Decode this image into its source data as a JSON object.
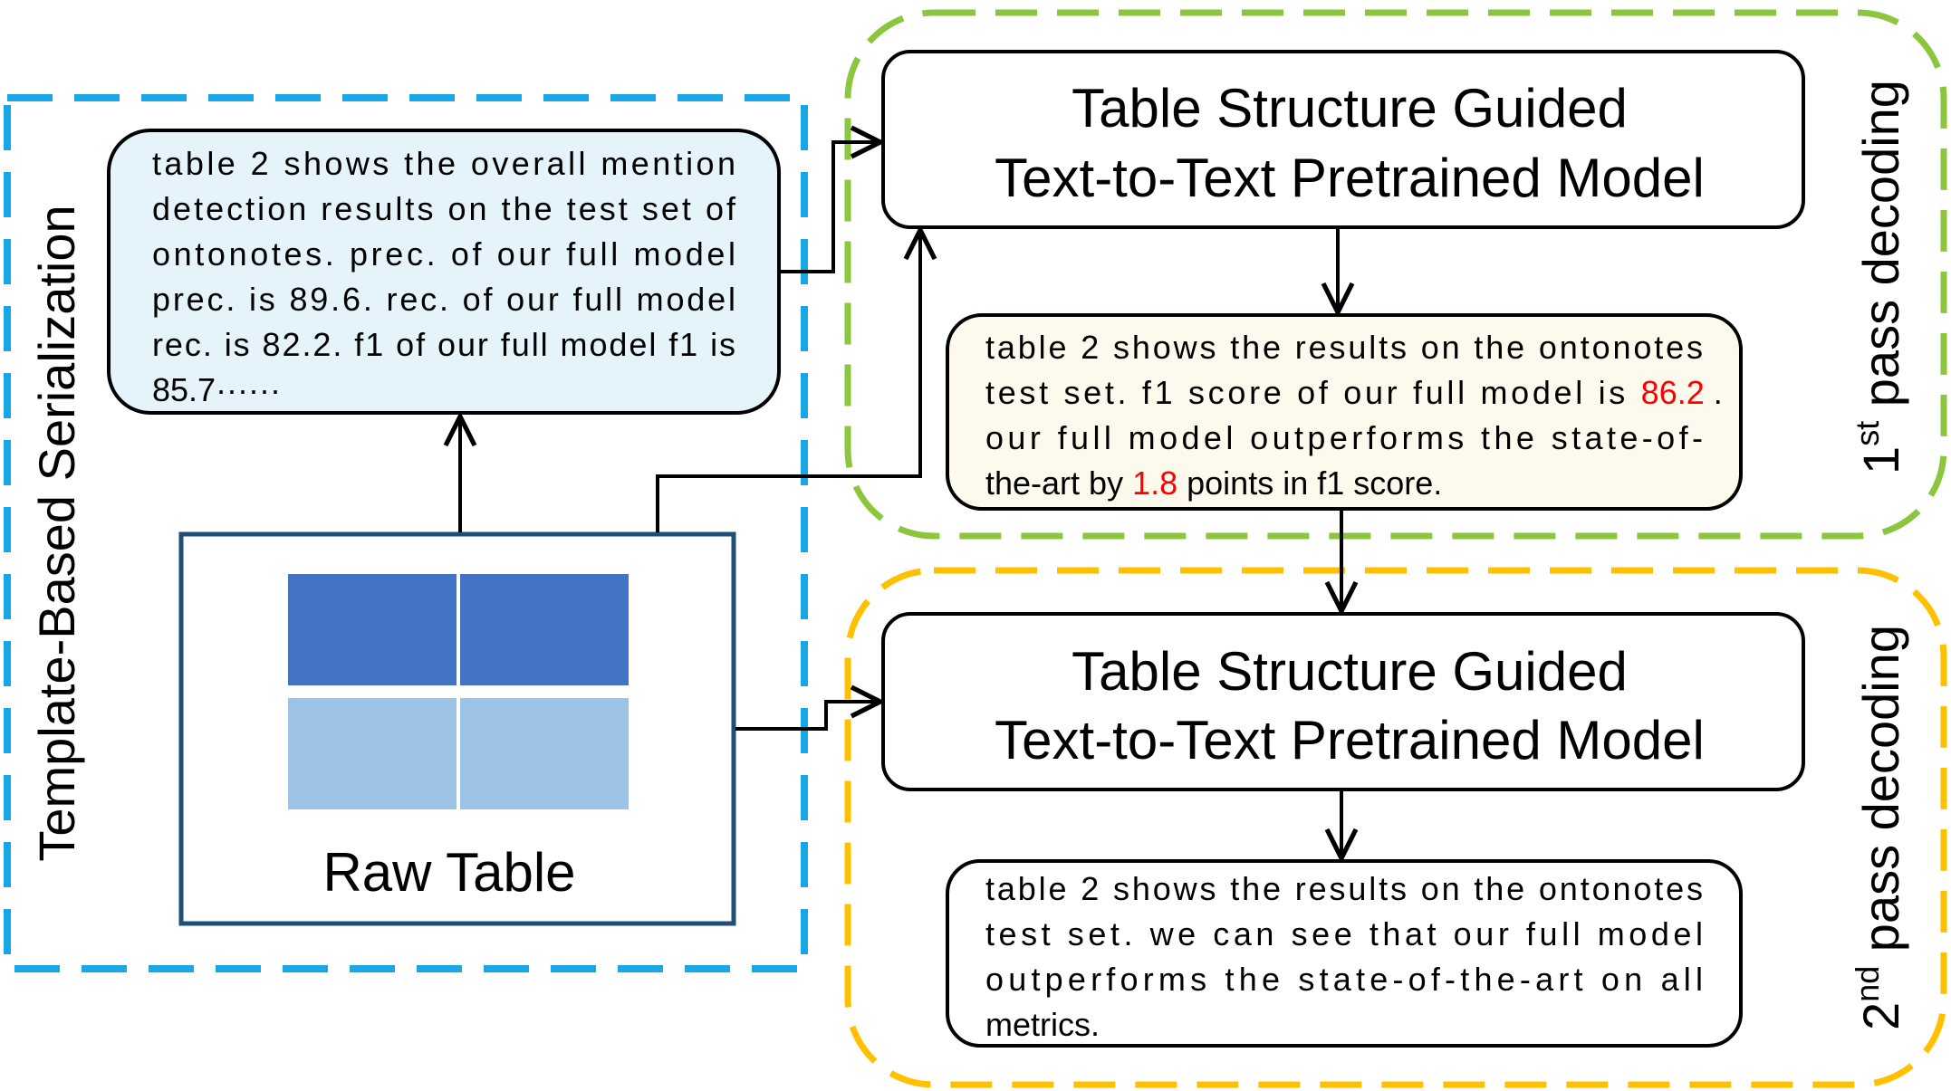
{
  "regions": {
    "left_label": "Template-Based Serialization",
    "first_pass": {
      "ordinal": "1",
      "superscript": "st",
      "rest": " pass decoding"
    },
    "second_pass": {
      "ordinal": "2",
      "superscript": "nd",
      "rest": " pass decoding"
    }
  },
  "serialized_text": {
    "lines": [
      "table 2 shows the overall mention",
      "detection results on the test set of",
      "ontonotes. prec. of our full model",
      "prec. is 89.6. rec. of our full model",
      "rec. is 82.2. f1 of our full model f1 is",
      "85.7······"
    ]
  },
  "model_top": {
    "line1": "Table Structure Guided",
    "line2": "Text-to-Text Pretrained Model"
  },
  "model_bottom": {
    "line1": "Table Structure Guided",
    "line2": "Text-to-Text Pretrained Model"
  },
  "first_output": {
    "line1": "table 2 shows the results on the ontonotes",
    "line2_a": "test set. f1 score of our full model is ",
    "line2_highlight": "86.2",
    "line2_b": ".",
    "line3": "our full model outperforms the state-of-",
    "line4_a": "the-art by ",
    "line4_highlight": "1.8",
    "line4_b": " points in f1 score."
  },
  "second_output": {
    "lines": [
      "table 2 shows the results on the ontonotes",
      "test set. we can see that our full model",
      "outperforms the state-of-the-art on all",
      "metrics."
    ]
  },
  "raw_table": {
    "label": "Raw Table"
  },
  "colors": {
    "blue_dash": "#1aa7e8",
    "green_dash": "#8cc63f",
    "orange_dash": "#ffc000",
    "serialized_fill": "#e5f4fb",
    "first_output_fill": "#fdfaed",
    "table_dark": "#4472c4",
    "table_light": "#9dc3e6",
    "raw_border": "#1f4e79",
    "highlight": "#ff0000"
  }
}
